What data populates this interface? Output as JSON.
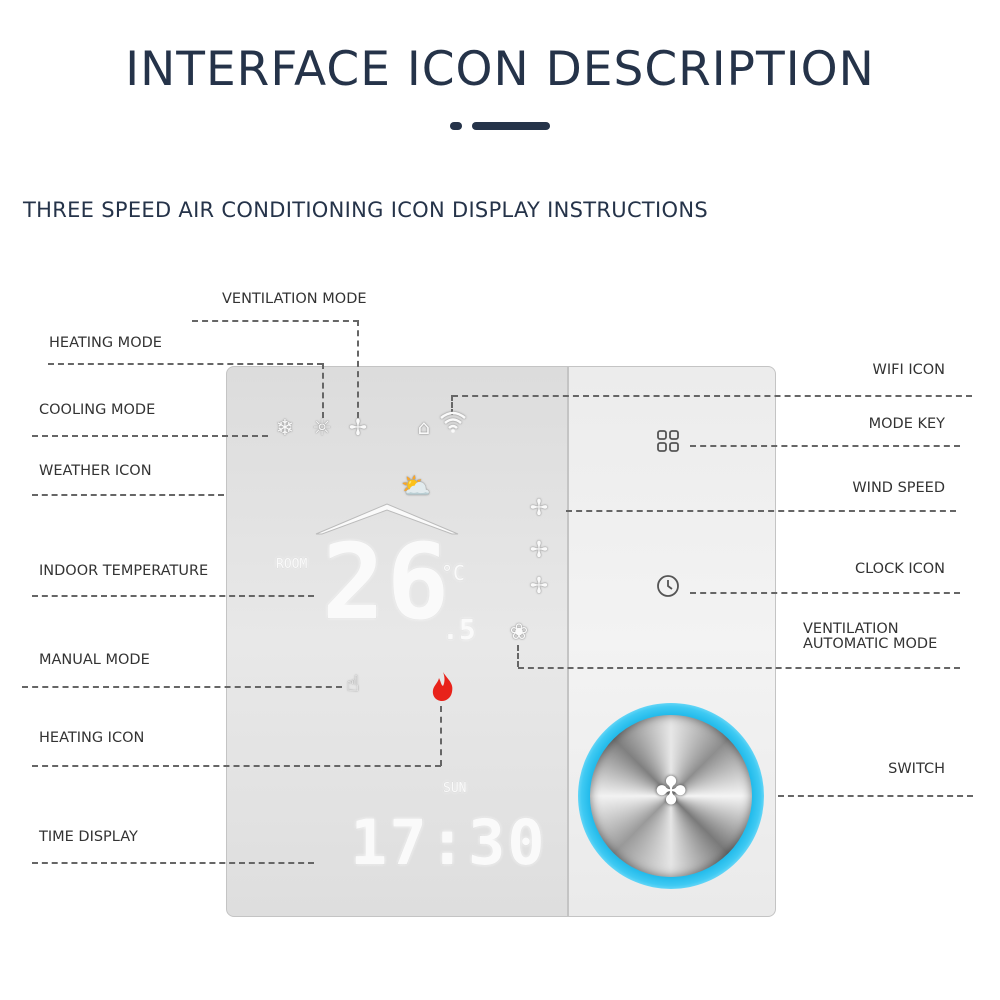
{
  "header": {
    "title": "INTERFACE ICON DESCRIPTION",
    "subtitle": "THREE SPEED AIR CONDITIONING ICON DISPLAY INSTRUCTIONS"
  },
  "labels": {
    "ventilation_mode": "VENTILATION MODE",
    "heating_mode": "HEATING MODE",
    "cooling_mode": "COOLING MODE",
    "weather_icon": "WEATHER ICON",
    "indoor_temperature": "INDOOR TEMPERATURE",
    "manual_mode": "MANUAL MODE",
    "heating_icon": "HEATING ICON",
    "time_display": "TIME DISPLAY",
    "wifi_icon": "WIFI ICON",
    "mode_key": "MODE KEY",
    "wind_speed": "WIND SPEED",
    "clock_icon": "CLOCK ICON",
    "ventilation_automatic_mode_1": "VENTILATION",
    "ventilation_automatic_mode_2": "AUTOMATIC MODE",
    "switch": "SWITCH"
  },
  "display": {
    "room_label": "ROOM",
    "temperature_integer": "26",
    "temperature_decimal": ".5",
    "unit": "°C",
    "day": "SUN",
    "time": "17:30"
  },
  "icons": {
    "snowflake": "snowflake-icon",
    "sun": "sun-icon",
    "fan": "fan-icon",
    "lock": "lock-icon",
    "wifi": "wifi-icon",
    "weather": "cloud-sun-icon",
    "hand": "hand-icon",
    "flame": "flame-icon",
    "mode_key": "grid-icon",
    "clock": "clock-icon"
  },
  "colors": {
    "title": "#253349",
    "flame": "#e8221a",
    "ring": "#1ab6e8"
  }
}
